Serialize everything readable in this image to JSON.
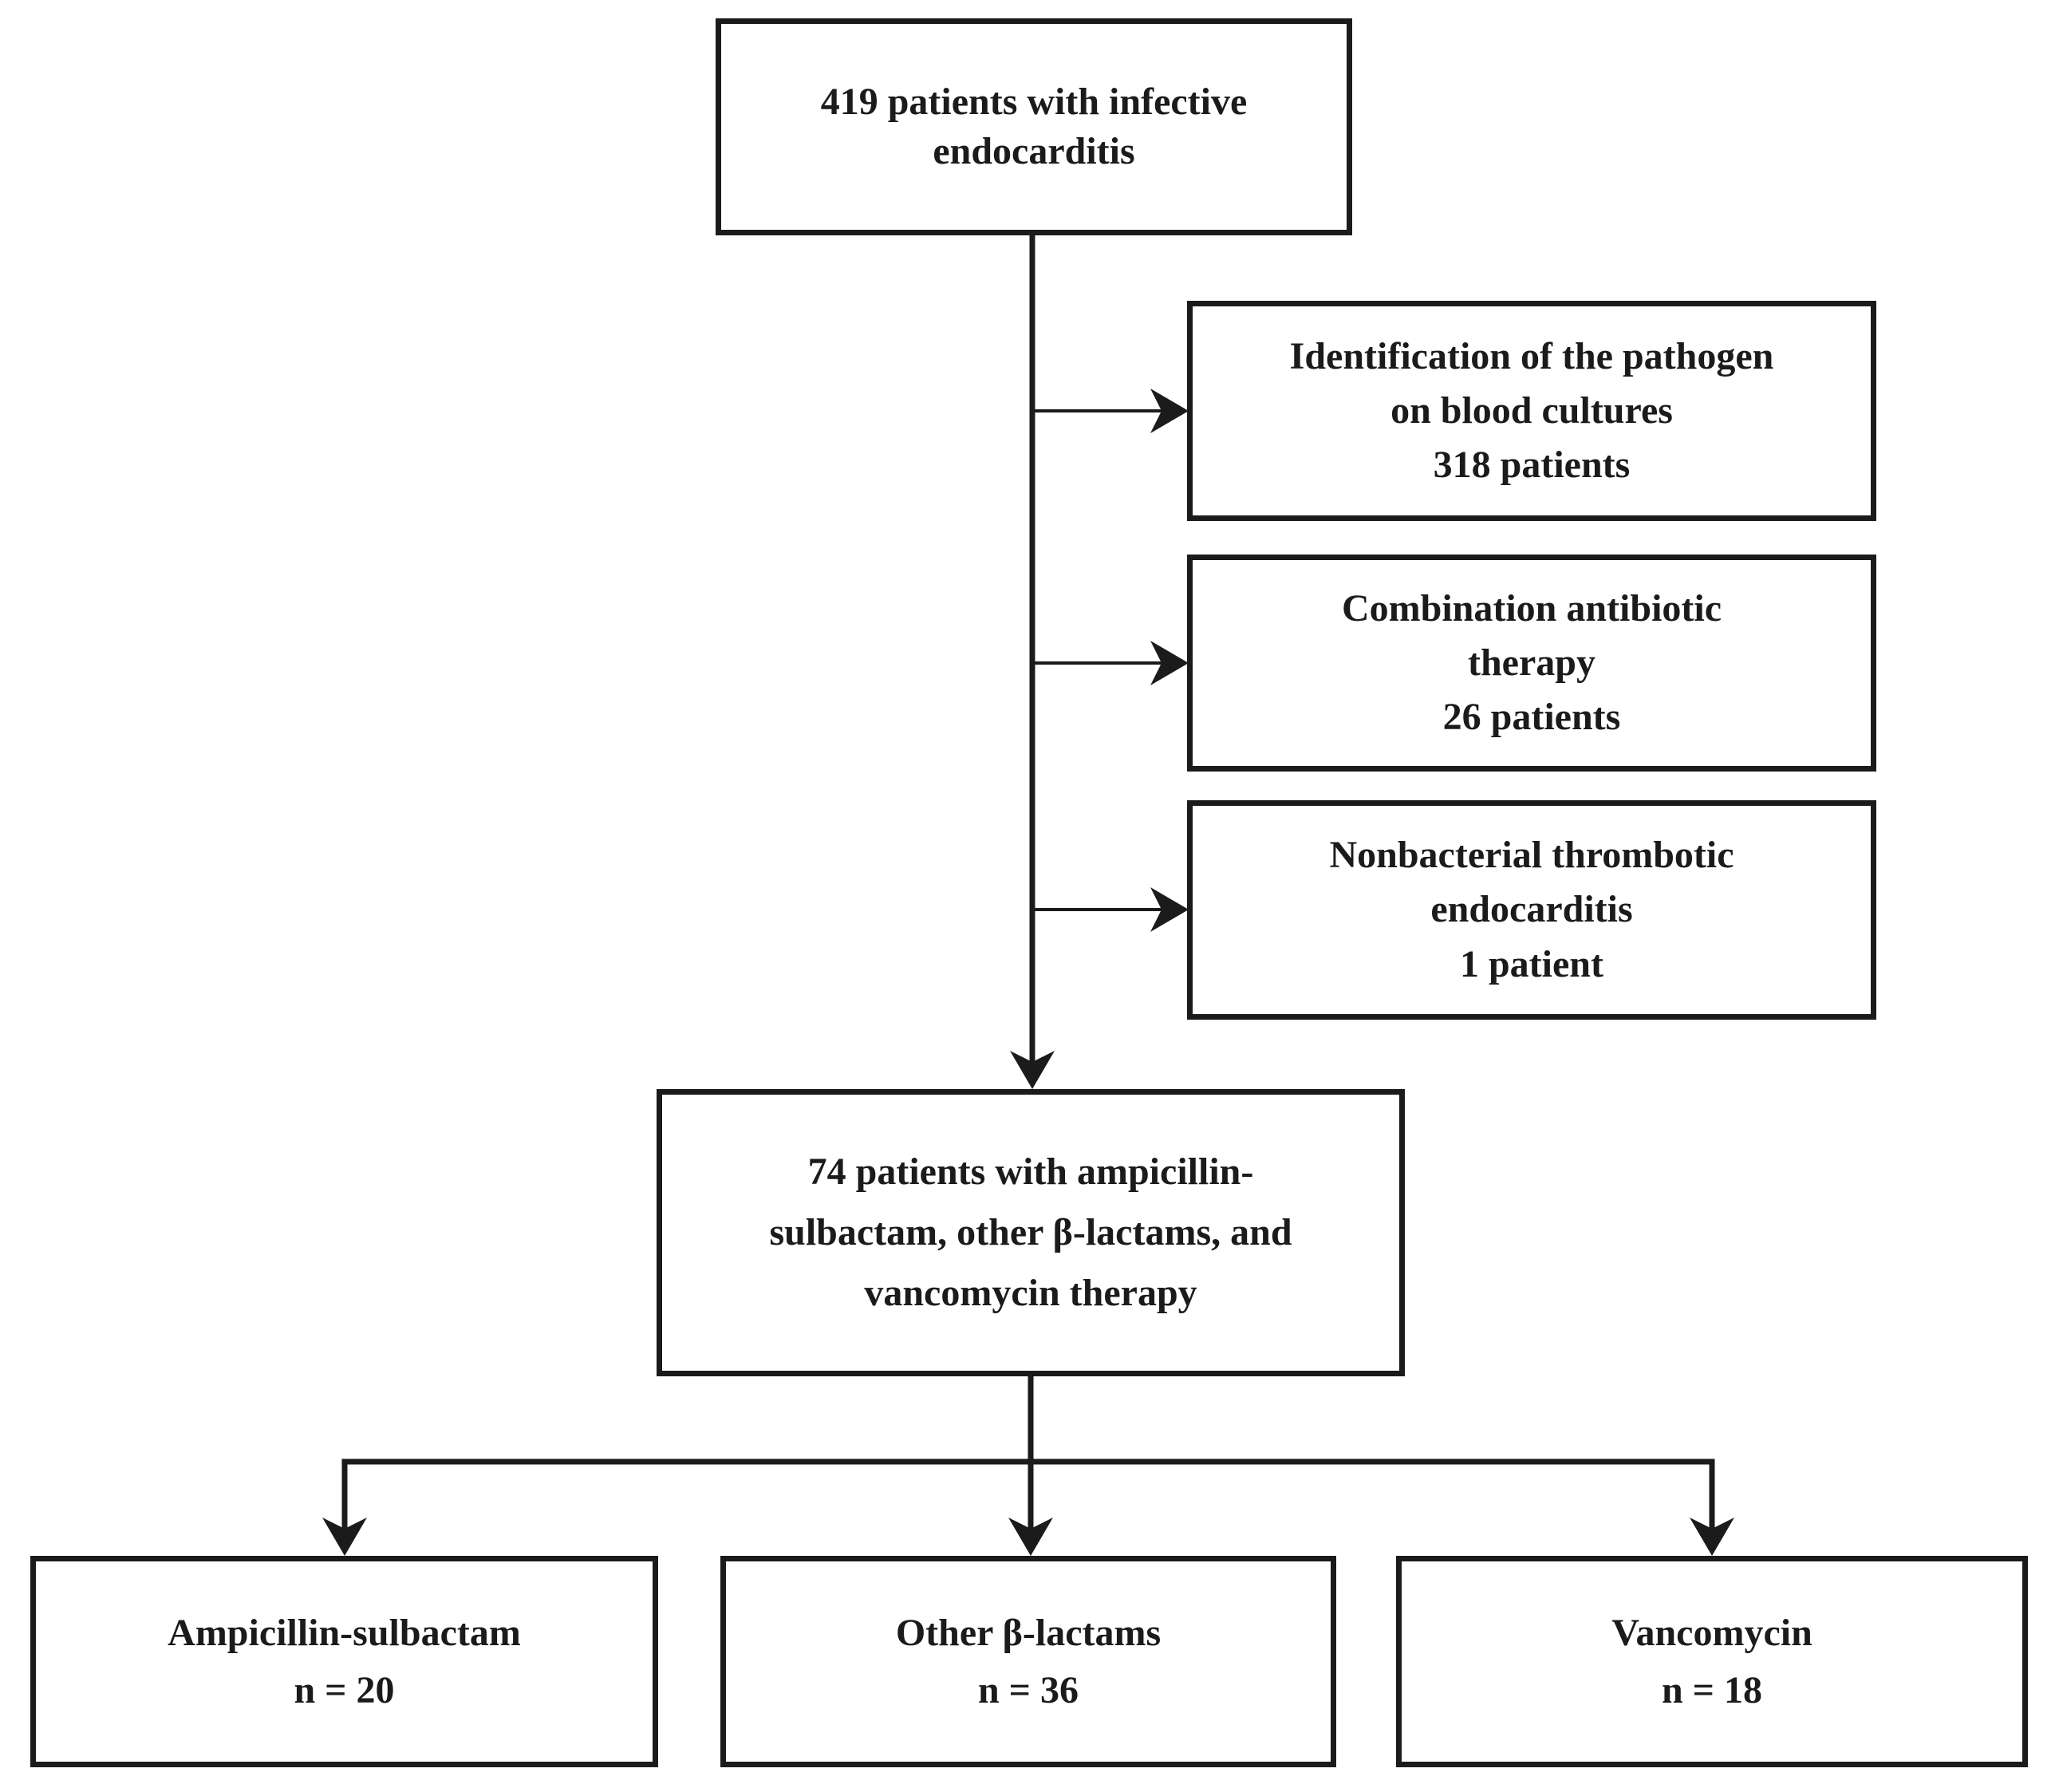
{
  "theme": {
    "ink": "#1b1b1b",
    "paper": "#ffffff"
  },
  "flowchart": {
    "top": "419 patients with infective\nendocarditis",
    "exclusions": [
      "Identification of the pathogen\non blood cultures\n318 patients",
      "Combination antibiotic\ntherapy\n26 patients",
      "Nonbacterial thrombotic\nendocarditis\n1 patient"
    ],
    "cohort": "74 patients with ampicillin-\nsulbactam, other β-lactams, and\nvancomycin therapy",
    "arms": [
      "Ampicillin-sulbactam\nn = 20",
      "Other β-lactams\nn = 36",
      "Vancomycin\nn = 18"
    ]
  }
}
